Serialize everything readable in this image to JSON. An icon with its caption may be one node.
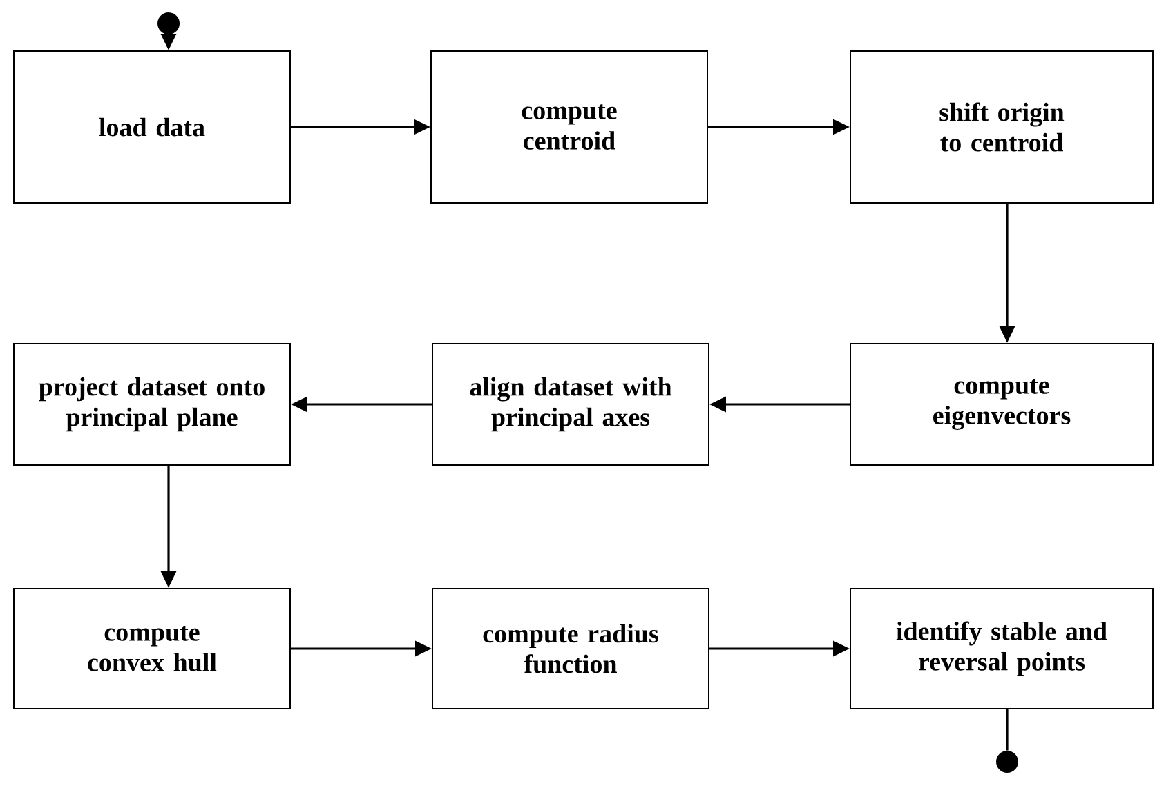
{
  "diagram": {
    "nodes": [
      {
        "text": [],
        "shape": "circle"
      },
      {
        "text": [
          "load data"
        ]
      },
      {
        "text": [
          "compute centroid"
        ]
      },
      {
        "text": [
          "shift origin to centroid"
        ]
      },
      {
        "text": [
          "compute eigenvectors"
        ]
      },
      {
        "text": [
          "align dataset with principal axes"
        ]
      },
      {
        "text": [
          "project dataset onto principal plane"
        ]
      },
      {
        "text": [
          "compute convex hull"
        ]
      },
      {
        "text": [
          "compute radius function"
        ]
      },
      {
        "text": [
          "identify stable and reversal points"
        ]
      },
      {
        "text": [],
        "shape": "circle"
      }
    ],
    "edges": [
      {
        "from": 0,
        "to": 1,
        "arrow": "to"
      },
      {
        "from": 1,
        "to": 2,
        "arrow": "to"
      },
      {
        "from": 2,
        "to": 3,
        "arrow": "to"
      },
      {
        "from": 3,
        "to": 4,
        "arrow": "to"
      },
      {
        "from": 4,
        "to": 5,
        "arrow": "to"
      },
      {
        "from": 5,
        "to": 6,
        "arrow": "to"
      },
      {
        "from": 6,
        "to": 7,
        "arrow": "to"
      },
      {
        "from": 7,
        "to": 8,
        "arrow": "to"
      },
      {
        "from": 8,
        "to": 9,
        "arrow": "to"
      },
      {
        "from": 9,
        "to": 10,
        "arrow": "none"
      }
    ]
  }
}
